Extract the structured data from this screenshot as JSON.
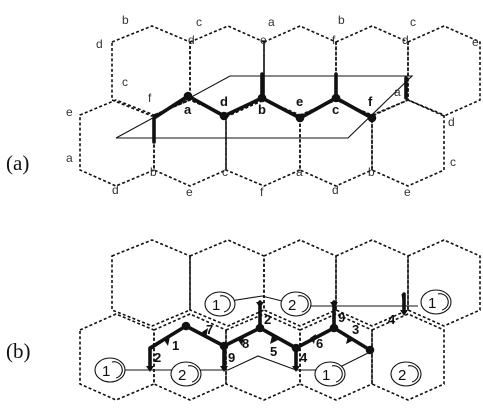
{
  "panels": [
    {
      "id": "a",
      "label": "(a)",
      "upper_outer_labels": [
        "b",
        "c",
        "a",
        "b",
        "c"
      ],
      "upper_edge_labels": [
        "d",
        "e",
        "f",
        "d",
        "e"
      ],
      "left_labels": [
        "d",
        "c",
        "e",
        "a"
      ],
      "chain_labels": [
        "f",
        "a",
        "d",
        "b",
        "e",
        "c",
        "f"
      ],
      "right_labels": [
        "a",
        "d",
        "c"
      ],
      "lower_edge_labels": [
        "b",
        "c",
        "a",
        "b"
      ],
      "lower_outer_labels": [
        "d",
        "e",
        "f",
        "d",
        "e"
      ]
    },
    {
      "id": "b",
      "label": "(b)",
      "path_numbers": [
        "1",
        "2",
        "7",
        "8",
        "9",
        "2",
        "5",
        "4",
        "6",
        "9",
        "3",
        "4"
      ],
      "markers": [
        "1",
        "2",
        "2",
        "1",
        "1",
        "2",
        "1"
      ]
    }
  ]
}
